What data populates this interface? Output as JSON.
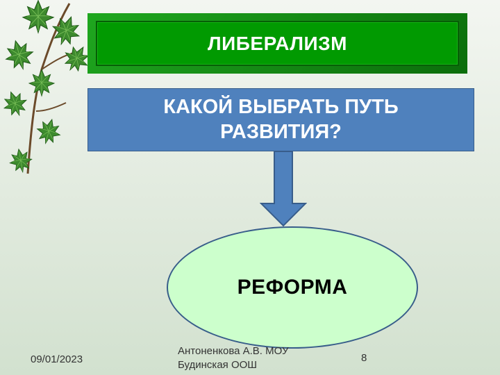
{
  "title": "ЛИБЕРАЛИЗМ",
  "question": "КАКОЙ ВЫБРАТЬ ПУТЬ РАЗВИТИЯ?",
  "answer": "РЕФОРМА",
  "footer": {
    "date": "09/01/2023",
    "author": "Антоненкова А.В. МОУ Будинская ООШ",
    "page": "8"
  },
  "colors": {
    "title_fill": "#019a01",
    "question_fill": "#4f81bd",
    "ellipse_fill": "#ccffcc",
    "arrow_fill": "#4f81bd"
  },
  "icons": [
    "maple-leaves-icon",
    "down-arrow-icon"
  ]
}
